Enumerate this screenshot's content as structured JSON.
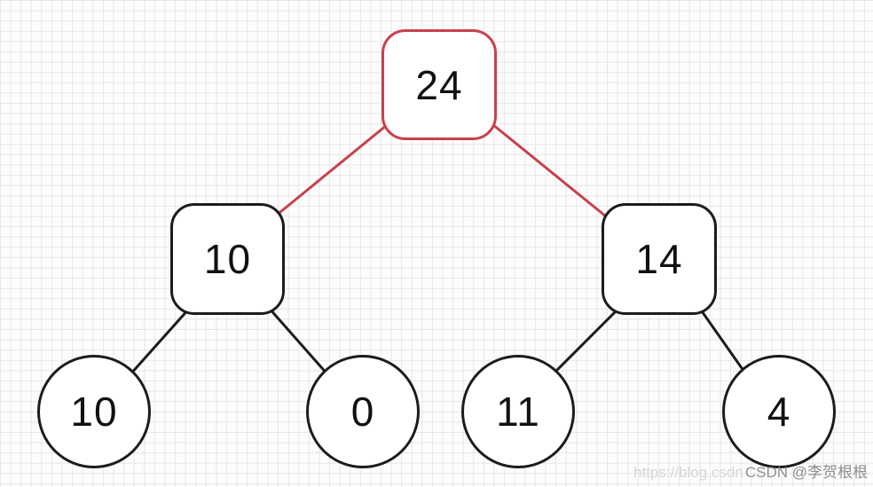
{
  "colors": {
    "highlight": "#c8414b",
    "edge": "#1c1c1c",
    "node-border": "#1c1c1c",
    "grid-line": "#e6e6e8",
    "canvas-bg": "#fcfcfc"
  },
  "tree": {
    "root": {
      "value": "24",
      "highlighted": true
    },
    "children": [
      {
        "value": "10"
      },
      {
        "value": "14"
      }
    ],
    "leaves": [
      {
        "value": "10"
      },
      {
        "value": "0"
      },
      {
        "value": "11"
      },
      {
        "value": "4"
      }
    ]
  },
  "watermark": {
    "url": "https://blog.csdn",
    "handle": "CSDN @李贺根根"
  }
}
